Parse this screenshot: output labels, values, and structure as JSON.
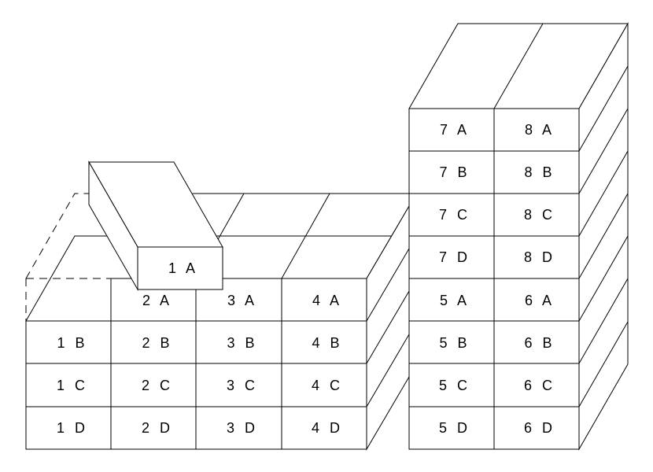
{
  "left_stack": {
    "cells": [
      {
        "label": ""
      },
      {
        "label": "2 A"
      },
      {
        "label": "3 A"
      },
      {
        "label": "4 A"
      },
      {
        "label": "1 B"
      },
      {
        "label": "2 B"
      },
      {
        "label": "3 B"
      },
      {
        "label": "4 B"
      },
      {
        "label": "1 C"
      },
      {
        "label": "2 C"
      },
      {
        "label": "3 C"
      },
      {
        "label": "4 C"
      },
      {
        "label": "1 D"
      },
      {
        "label": "2 D"
      },
      {
        "label": "3 D"
      },
      {
        "label": "4 D"
      }
    ]
  },
  "right_stack": {
    "cells": [
      {
        "label": "7 A"
      },
      {
        "label": "8 A"
      },
      {
        "label": "7 B"
      },
      {
        "label": "8 B"
      },
      {
        "label": "7 C"
      },
      {
        "label": "8 C"
      },
      {
        "label": "7 D"
      },
      {
        "label": "8 D"
      },
      {
        "label": "5 A"
      },
      {
        "label": "6 A"
      },
      {
        "label": "5 B"
      },
      {
        "label": "6 B"
      },
      {
        "label": "5 C"
      },
      {
        "label": "6 C"
      },
      {
        "label": "5 D"
      },
      {
        "label": "6 D"
      }
    ]
  },
  "lifted_block": {
    "label": "1 A"
  }
}
